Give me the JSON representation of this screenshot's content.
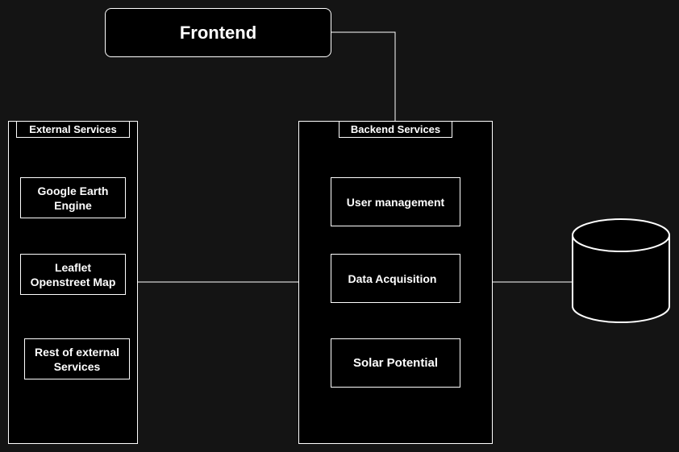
{
  "frontend": {
    "label": "Frontend"
  },
  "external_services": {
    "title": "External Services",
    "items": [
      {
        "label": "Google Earth\nEngine"
      },
      {
        "label": "Leaflet\nOpenstreet Map"
      },
      {
        "label": "Rest of external\nServices"
      }
    ]
  },
  "backend_services": {
    "title": "Backend Services",
    "items": [
      {
        "label": "User management"
      },
      {
        "label": "Data Acquisition"
      },
      {
        "label": "Solar Potential"
      }
    ]
  },
  "colors": {
    "background": "#141414",
    "box_fill": "#000000",
    "stroke": "#ffffff",
    "text": "#ffffff"
  }
}
